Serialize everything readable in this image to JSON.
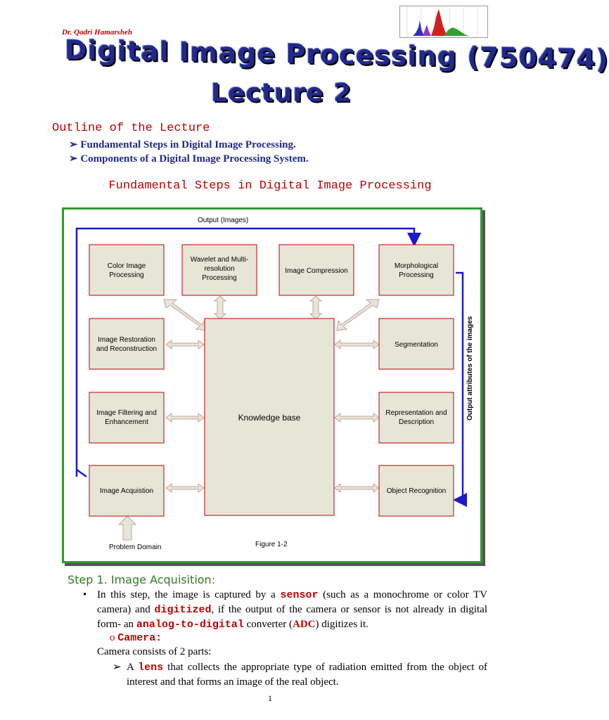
{
  "header": {
    "author": "Dr. Qadri Hamarsheh",
    "title_line1": "Digital Image Processing (750474)",
    "title_line2": "Lecture 2"
  },
  "outline": {
    "heading": "Outline of the Lecture",
    "items": [
      "Fundamental Steps in Digital Image Processing.",
      "Components of a Digital Image Processing System."
    ]
  },
  "section_heading": "Fundamental Steps in Digital Image Processing",
  "diagram": {
    "output_images": "Output (Images)",
    "output_attributes": "Output attributes of the images",
    "boxes": {
      "color": [
        "Color Image",
        "Processing"
      ],
      "wavelet": [
        "Wavelet and Multi-",
        "resolution",
        "Processing"
      ],
      "compression": [
        "Image Compression"
      ],
      "morph": [
        "Morphological",
        "Processing"
      ],
      "restoration": [
        "Image Restoration",
        "and Reconstruction"
      ],
      "segmentation": [
        "Segmentation"
      ],
      "filtering": [
        "Image Filtering and",
        "Enhancement"
      ],
      "representation": [
        "Representation and",
        "Description"
      ],
      "acquisition": [
        "Image Acquistion"
      ],
      "recognition": [
        "Object Recognition"
      ],
      "knowledge": [
        "Knowledge base"
      ]
    },
    "problem_domain": "Problem Domain",
    "figure": "Figure 1-2",
    "colors": {
      "box_fill": "#e6e6d6",
      "box_border": "#c00000",
      "arrow": "#1a1acc",
      "frame": "#2e9a2e"
    }
  },
  "step1": {
    "heading": "Step 1. Image Acquisition:",
    "p1_a": "In this step, the image is captured by a ",
    "p1_sensor": "sensor",
    "p1_b": " (such as a monochrome or color TV camera) and ",
    "p1_digitized": "digitized",
    "p1_c": ", if the output of the camera or sensor is not already in digital form- an ",
    "p1_adc_long": "analog-to-digital",
    "p1_d": " converter (",
    "p1_adc": "ADC",
    "p1_e": ") digitizes it.",
    "camera_label": "Camera:",
    "camera_parts": "Camera consists of 2 parts:",
    "lens_a": "A ",
    "lens": "lens",
    "lens_b": " that collects the appropriate type of radiation emitted from the object of interest and that forms an image of the real object."
  },
  "page_number": "1"
}
